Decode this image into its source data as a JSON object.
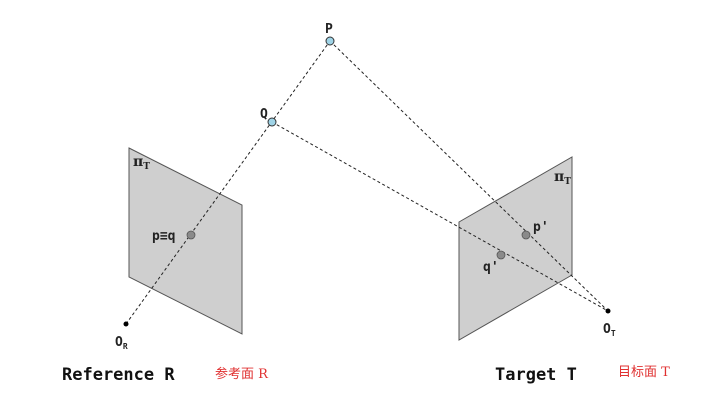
{
  "points": {
    "P": "P",
    "Q": "Q",
    "p_eq_q": "p≡q",
    "p_prime": "p'",
    "q_prime": "q'"
  },
  "planes": {
    "reference_pi_main": "π",
    "reference_pi_sub": "T",
    "target_pi_main": "π",
    "target_pi_sub": "T"
  },
  "origins": {
    "reference_main": "O",
    "reference_sub": "R",
    "target_main": "O",
    "target_sub": "T"
  },
  "captions": {
    "reference": "Reference R",
    "reference_cn": "参考面 R",
    "target": "Target T",
    "target_cn": "目标面 T"
  },
  "colors": {
    "plane_fill": "#cfcfcf",
    "point_highlight": "#9fd3e6",
    "annotation_red": "#e03030"
  }
}
